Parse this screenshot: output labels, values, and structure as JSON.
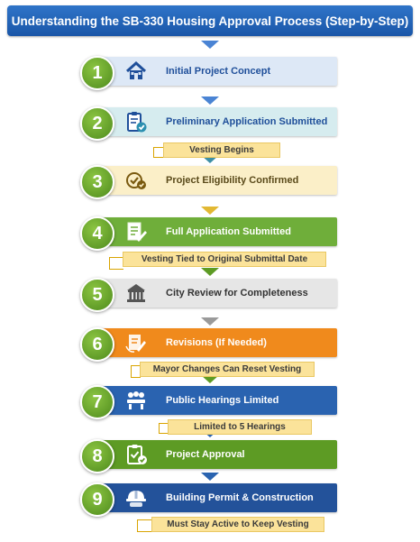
{
  "title": "Understanding the SB-330 Housing Approval Process (Step-by-Step)",
  "colors": {
    "title_bg": "#1f5fb0",
    "step_circle": "#5d9b24"
  },
  "steps": [
    {
      "number": "1",
      "label": "Initial Project Concept",
      "icon": "house-icon",
      "bg": "#dde8f6",
      "text_color": "#1f4f9a",
      "arrow_color": "#4a84d4"
    },
    {
      "number": "2",
      "label": "Preliminary Application Submitted",
      "icon": "clipboard-check-icon",
      "bg": "#d6ecef",
      "text_color": "#1f4f9a",
      "arrow_color": "#3d8fa6"
    },
    {
      "number": "3",
      "label": "Project Eligibility Confirmed",
      "icon": "check-badge-icon",
      "bg": "#fbefc8",
      "text_color": "#5a4a1a",
      "arrow_color": "#e2b833"
    },
    {
      "number": "4",
      "label": "Full Application Submitted",
      "icon": "document-edit-icon",
      "bg": "#6fae3a",
      "text_color": "#ffffff",
      "arrow_color": "#5d9b24"
    },
    {
      "number": "5",
      "label": "City Review for Completeness",
      "icon": "city-hall-icon",
      "bg": "#e6e6e6",
      "text_color": "#333333",
      "arrow_color": "#9a9a9a"
    },
    {
      "number": "6",
      "label": "Revisions (If Needed)",
      "icon": "revision-icon",
      "bg": "#f08a1c",
      "text_color": "#ffffff",
      "arrow_color": "#5d9b24"
    },
    {
      "number": "7",
      "label": "Public Hearings Limited",
      "icon": "meeting-icon",
      "bg": "#2a63b0",
      "text_color": "#ffffff",
      "arrow_color": "#2a63b0"
    },
    {
      "number": "8",
      "label": "Project Approval",
      "icon": "approval-clipboard-icon",
      "bg": "#5d9b24",
      "text_color": "#ffffff",
      "arrow_color": "#2a63b0"
    },
    {
      "number": "9",
      "label": "Building Permit & Construction",
      "icon": "hardhat-icon",
      "bg": "#23529a",
      "text_color": "#ffffff",
      "arrow_color": "#23529a"
    }
  ],
  "notes": [
    {
      "text": "Vesting Begins"
    },
    {
      "text": "Vesting Tied to Original Submittal Date"
    },
    {
      "text": "Mayor Changes Can Reset Vesting"
    },
    {
      "text": "Limited to 5 Hearings"
    },
    {
      "text": "Must Stay Active to Keep Vesting"
    }
  ]
}
